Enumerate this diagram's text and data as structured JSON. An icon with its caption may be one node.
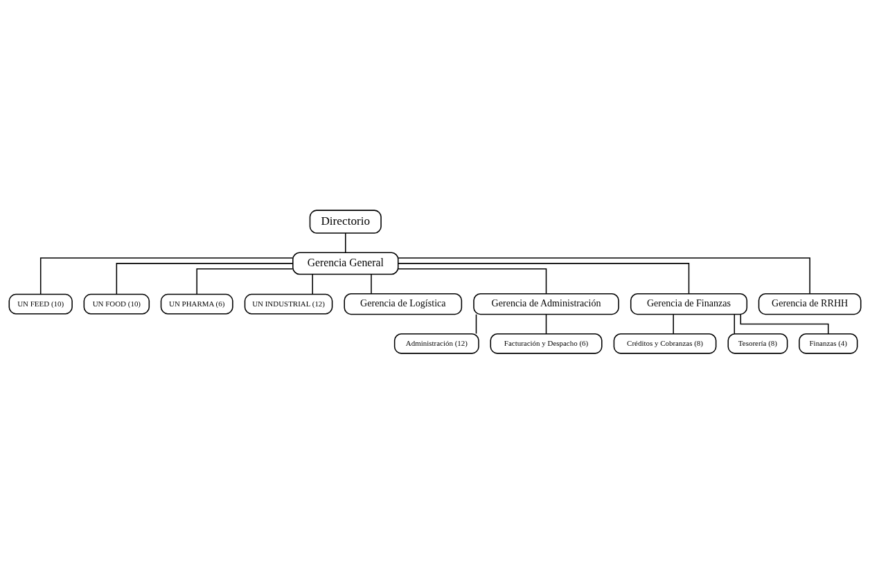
{
  "diagram": {
    "nodes": [
      {
        "text": [
          "Directorio"
        ]
      },
      {
        "text": [
          "Gerencia General"
        ]
      },
      {
        "text": [
          "UN FEED (10)"
        ]
      },
      {
        "text": [
          "UN FOOD (10)"
        ]
      },
      {
        "text": [
          "UN PHARMA (6)"
        ]
      },
      {
        "text": [
          "UN INDUSTRIAL (12)"
        ]
      },
      {
        "text": [
          "Gerencia de Logística"
        ]
      },
      {
        "text": [
          "Gerencia de Administración"
        ]
      },
      {
        "text": [
          "Administración (12)"
        ]
      },
      {
        "text": [
          "Facturación y Despacho (6)"
        ]
      },
      {
        "text": [
          "Gerencia de Finanzas"
        ]
      },
      {
        "text": [
          "Créditos y Cobranzas (8)"
        ]
      },
      {
        "text": [
          "Tesorería (8)"
        ]
      },
      {
        "text": [
          "Finanzas (4)"
        ]
      },
      {
        "text": [
          "Gerencia de RRHH"
        ]
      }
    ],
    "edges": [
      {
        "from": 0,
        "to": 1,
        "arrow": "none"
      },
      {
        "from": 1,
        "to": 2,
        "arrow": "none"
      },
      {
        "from": 1,
        "to": 3,
        "arrow": "none"
      },
      {
        "from": 1,
        "to": 4,
        "arrow": "none"
      },
      {
        "from": 1,
        "to": 5,
        "arrow": "none"
      },
      {
        "from": 1,
        "to": 6,
        "arrow": "none"
      },
      {
        "from": 1,
        "to": 7,
        "arrow": "none"
      },
      {
        "from": 1,
        "to": 10,
        "arrow": "none"
      },
      {
        "from": 1,
        "to": 14,
        "arrow": "none"
      },
      {
        "from": 7,
        "to": 8,
        "arrow": "none"
      },
      {
        "from": 7,
        "to": 9,
        "arrow": "none"
      },
      {
        "from": 10,
        "to": 11,
        "arrow": "none"
      },
      {
        "from": 10,
        "to": 12,
        "arrow": "none"
      },
      {
        "from": 10,
        "to": 13,
        "arrow": "none"
      }
    ]
  }
}
